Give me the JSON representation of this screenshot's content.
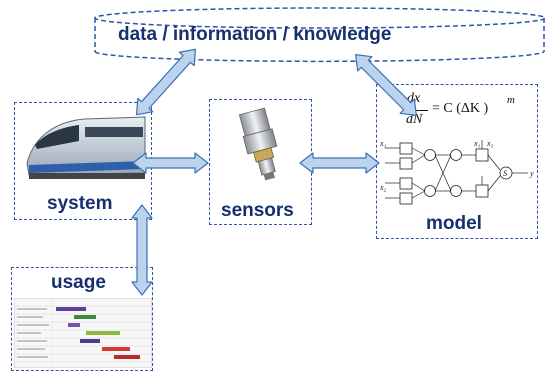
{
  "nodes": {
    "knowledge": {
      "label": "data / information / knowledge"
    },
    "system": {
      "label": "system"
    },
    "sensors": {
      "label": "sensors"
    },
    "model": {
      "label": "model"
    },
    "usage": {
      "label": "usage"
    }
  },
  "formula": {
    "numerator": "dx",
    "denominator": "dN",
    "rhs": "= C (ΔK )",
    "exponent": "m"
  },
  "network_nodes": [
    "x₁",
    "x₂",
    "S",
    "x₁",
    "x₂",
    "y"
  ],
  "colors": {
    "box_border": "#2b56a6",
    "arrow_fill": "#bcd3ee",
    "arrow_stroke": "#3d6fb5",
    "label": "#16306e"
  }
}
